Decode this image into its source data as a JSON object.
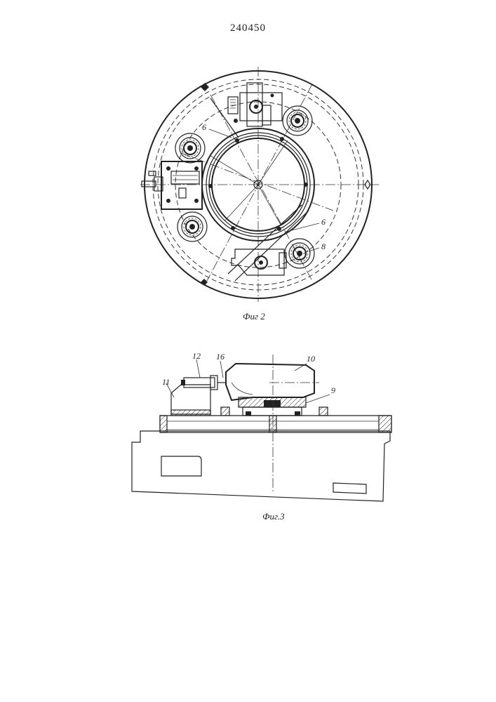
{
  "document": {
    "patent_number": "240450"
  },
  "figure2": {
    "caption": "Фиг 2",
    "labels": {
      "label_6_upper": "6",
      "label_6_lower": "6",
      "label_8": "8"
    }
  },
  "figure3": {
    "caption": "Фиг.3",
    "labels": {
      "label_9": "9",
      "label_10": "10",
      "label_11": "11",
      "label_12": "12",
      "label_16": "16"
    }
  }
}
